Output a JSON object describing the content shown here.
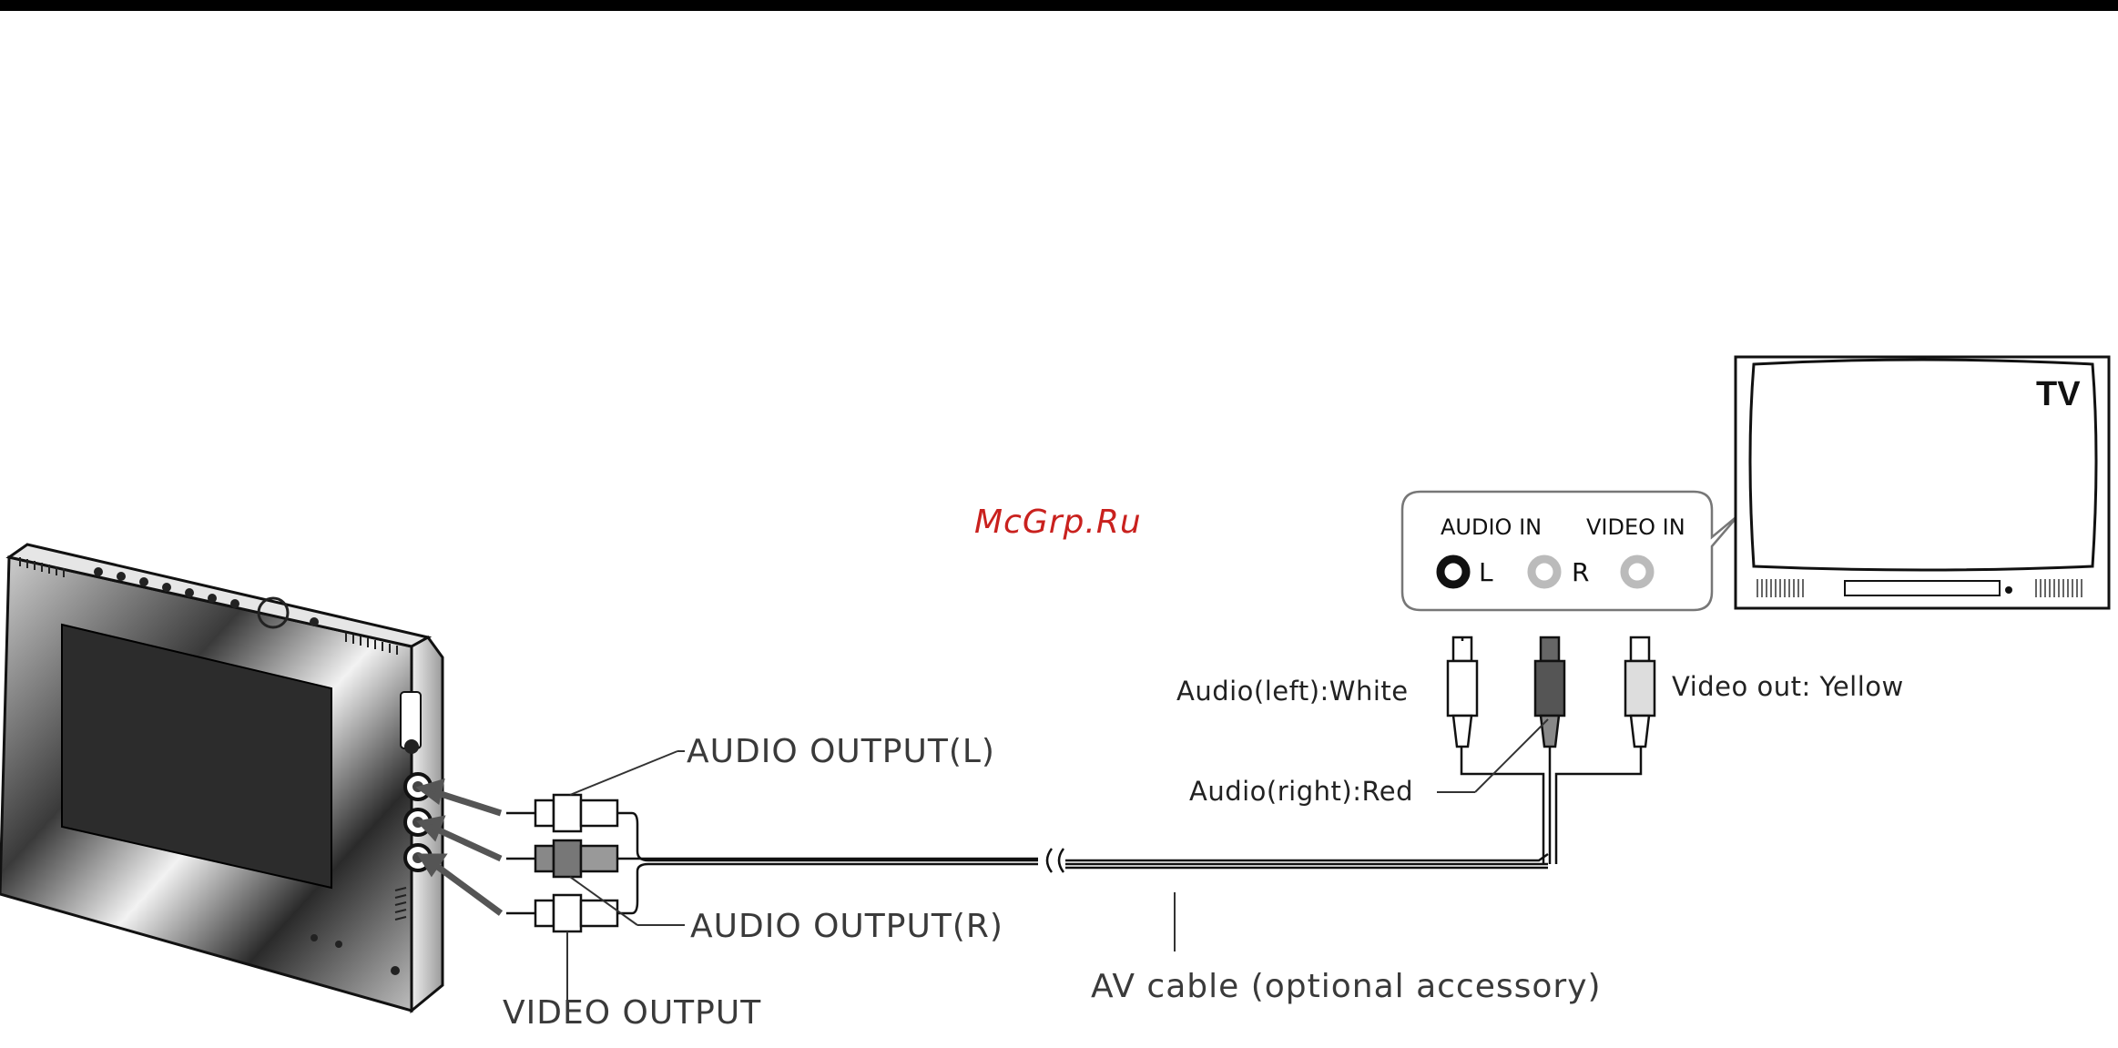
{
  "watermark": "McGrp.Ru",
  "tv": {
    "label": "TV"
  },
  "tv_panel": {
    "audio_in": "AUDIO IN",
    "video_in": "VIDEO IN",
    "left": "L",
    "right": "R"
  },
  "plugs": {
    "audio_left": "Audio(left):White",
    "audio_right": "Audio(right):Red",
    "video": "Video out: Yellow"
  },
  "outputs": {
    "audio_l": "AUDIO OUTPUT(L)",
    "audio_r": "AUDIO OUTPUT(R)",
    "video": "VIDEO OUTPUT"
  },
  "cable": "AV cable (optional accessory)"
}
